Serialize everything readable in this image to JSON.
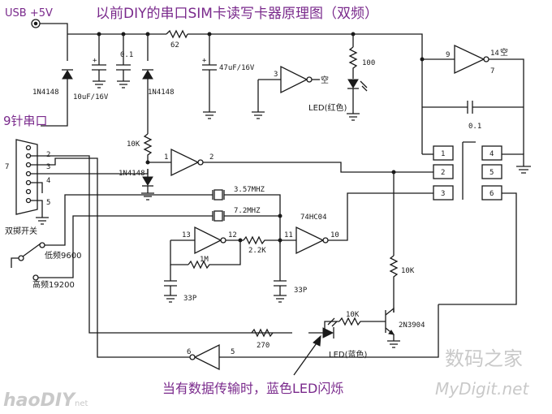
{
  "title": "以前DIY的串口SIM卡读写卡器原理图（双频）",
  "usb_label": "USB +5V",
  "serial_port_label": "9针串口",
  "annotation": "当有数据传输时，蓝色LED闪烁",
  "watermark_left": "haoDIY",
  "watermark_left_suffix": "net",
  "watermark_right_cn": "数码之家",
  "watermark_right_url": "MyDigit.net",
  "colors": {
    "handwriting": "#7a2a8c",
    "ink": "#1a1a1a",
    "watermark": "#c9c9c9"
  },
  "components": {
    "r62": "62",
    "d1": "1N4148",
    "c10u": "10uF/16V",
    "c01a": "0.1",
    "d2": "1N4148",
    "c47u": "47uF/16V",
    "r100": "100",
    "led_red": "LED(红色)",
    "pin3": "3",
    "nc1": "空",
    "r10k_a": "10K",
    "d3": "1N4148",
    "xtal1": "3.57MHZ",
    "xtal2": "7.2MHZ",
    "ic": "74HC04",
    "r2k2": "2.2K",
    "r1m": "1M",
    "c33p_a": "33P",
    "c33p_b": "33P",
    "r10k_b": "10K",
    "r10k_c": "10K",
    "transistor": "2N3904",
    "r270": "270",
    "led_blue": "LED(蓝色)",
    "switch": "双掷开关",
    "low_freq": "低频9600",
    "high_freq": "高频19200",
    "inv_right_nc": "空",
    "c01b": "0.1"
  },
  "pins": {
    "p1": "1",
    "p2": "2",
    "p5": "5",
    "p6": "6",
    "p7": "7",
    "p9": "9",
    "p10": "10",
    "p11": "11",
    "p12": "12",
    "p13": "13",
    "p14": "14",
    "db_2": "2",
    "db_3": "3",
    "db_4": "4",
    "db_5": "5",
    "db_7": "7"
  },
  "sim_contacts": [
    "1",
    "2",
    "3",
    "4",
    "5",
    "6"
  ]
}
